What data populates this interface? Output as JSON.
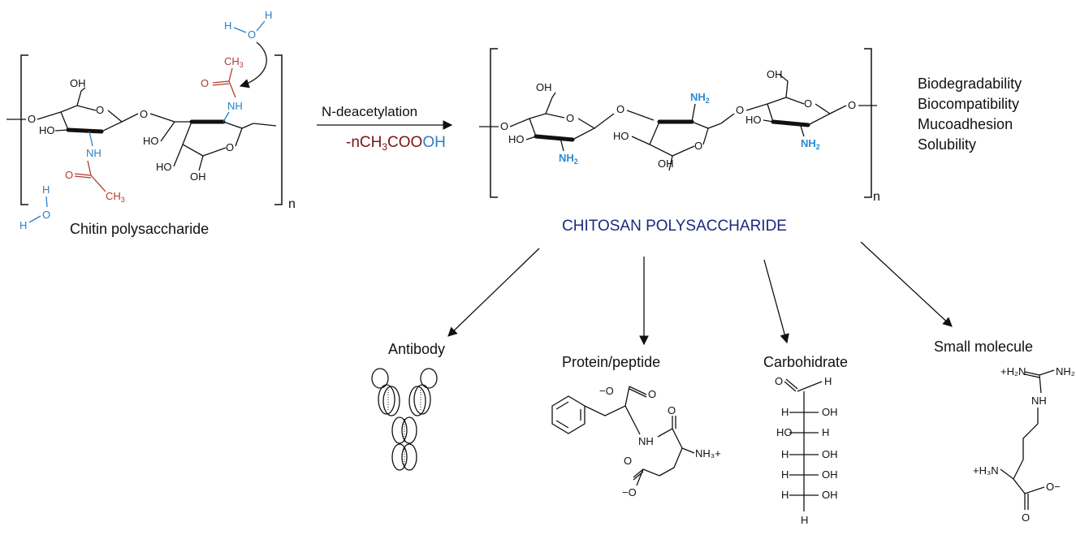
{
  "chitin": {
    "caption": "Chitin polysaccharide",
    "repeat": "n",
    "acetyl_methyl": "CH",
    "acetyl_methyl_sub": "3",
    "carbonyl_o": "O",
    "amide_nh": "NH",
    "water_o": "O",
    "water_h": "H",
    "hydroxyl": "OH",
    "hydroxyl_left": "HO",
    "ring_o": "O"
  },
  "reaction": {
    "label": "N-deacetylation",
    "byproduct_prefix": "-nCH",
    "byproduct_sub": "3",
    "byproduct_mid": "COO",
    "byproduct_oh": "H",
    "byproduct_o_blue": "O"
  },
  "chitosan": {
    "caption": "CHITOSAN POLYSACCHARIDE",
    "repeat": "n",
    "amine": "NH",
    "amine_sub": "2",
    "hydroxyl": "OH",
    "hydroxyl_left": "HO",
    "ring_o": "O",
    "properties": [
      "Biodegradability",
      "Biocompatibility",
      "Mucoadhesion",
      "Solubility"
    ]
  },
  "conjugates": [
    {
      "label": "Antibody"
    },
    {
      "label": "Protein/peptide"
    },
    {
      "label": "Carbohidrate"
    },
    {
      "label": "Small molecule"
    }
  ],
  "peptide": {
    "carboxylate_minus": "−O",
    "o": "O",
    "nh": "NH",
    "nh3": "NH₃+",
    "minus_o": "−O"
  },
  "carbohydrate": {
    "h": "H",
    "o": "O",
    "oh": "OH",
    "ho": "HO"
  },
  "small_molecule": {
    "h2n_plus": "+H₂N",
    "nh2": "NH₂",
    "nh": "NH",
    "h3n_plus": "+H₃N",
    "o_minus": "O−",
    "o": "O"
  },
  "colors": {
    "red": "#b03a2e",
    "blue": "#2a7fc4",
    "navy": "#1a2a80",
    "dark_red": "#7a1414"
  }
}
